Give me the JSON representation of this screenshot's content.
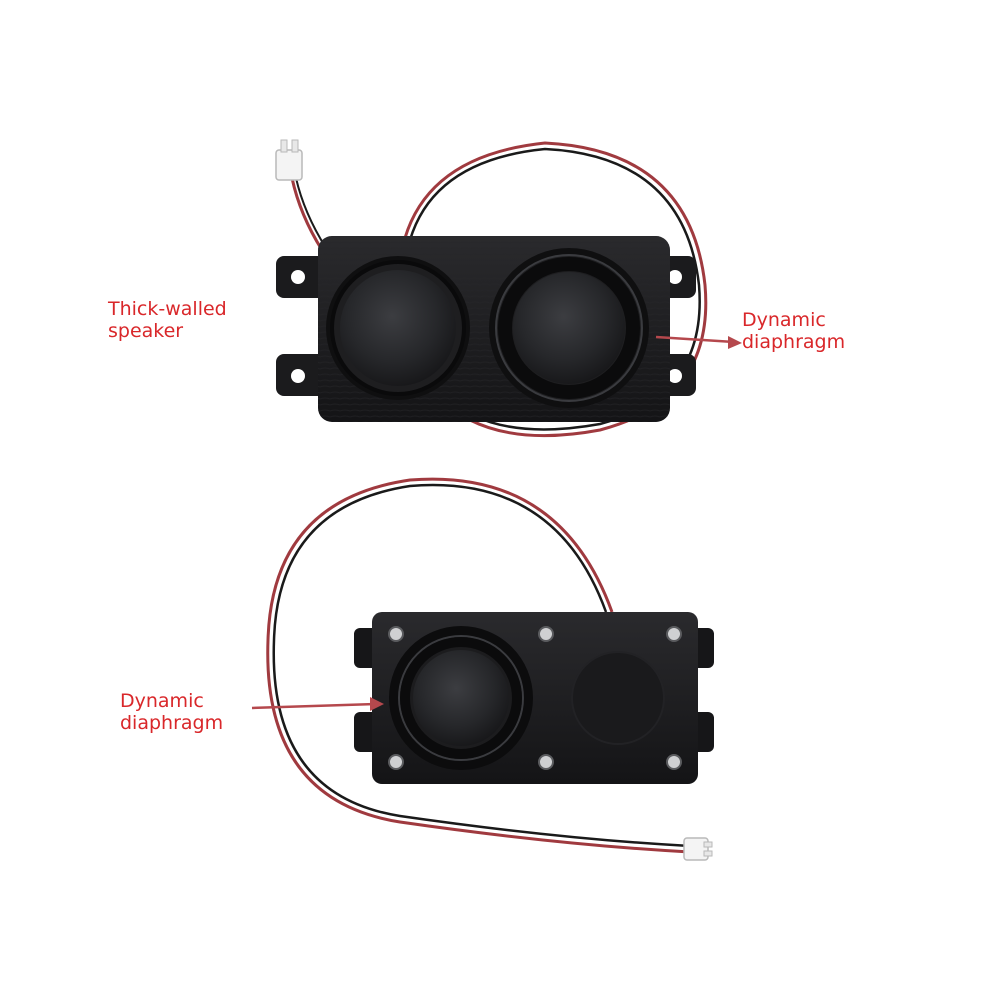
{
  "colors": {
    "label_text": "#d9272a",
    "arrow": "#b5484d",
    "speaker_body": "#1c1c1e",
    "driver_cone": "#2d2e31",
    "wire_red": "#a03a3f",
    "wire_black": "#111111"
  },
  "labels": {
    "thick_walled": "Thick-walled\nspeaker",
    "dynamic_top": "Dynamic\ndiaphragm",
    "dynamic_bottom": "Dynamic\ndiaphragm"
  }
}
